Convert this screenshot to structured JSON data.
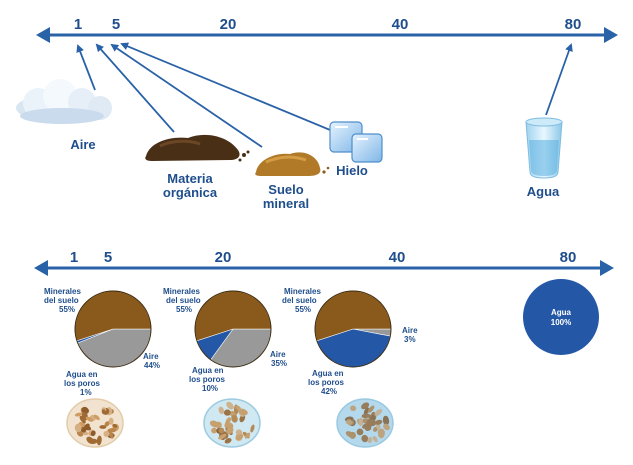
{
  "colors": {
    "axis": "#2a62a8",
    "text": "#1f4e8c",
    "minerals": "#8a5a1c",
    "water": "#2458a6",
    "air": "#999999"
  },
  "top_scale": {
    "ticks": [
      "1",
      "5",
      "20",
      "40",
      "80"
    ],
    "materials": {
      "aire": "Aire",
      "materia_organica_1": "Materia",
      "materia_organica_2": "orgánica",
      "suelo_mineral_1": "Suelo",
      "suelo_mineral_2": "mineral",
      "hielo": "Hielo",
      "agua": "Agua"
    }
  },
  "bottom_scale": {
    "ticks": [
      "1",
      "5",
      "20",
      "40",
      "80"
    ],
    "pies": [
      {
        "minerals_pct": 55,
        "air_pct": 44,
        "water_pct": 1,
        "minerals_label": [
          "Minerales",
          "del suelo",
          "55%"
        ],
        "air_label": [
          "Aire",
          "44%"
        ],
        "water_label": [
          "Agua en",
          "los poros",
          "1%"
        ]
      },
      {
        "minerals_pct": 55,
        "air_pct": 35,
        "water_pct": 10,
        "minerals_label": [
          "Minerales",
          "del suelo",
          "55%"
        ],
        "air_label": [
          "Aire",
          "35%"
        ],
        "water_label": [
          "Agua en",
          "los poros",
          "10%"
        ]
      },
      {
        "minerals_pct": 55,
        "air_pct": 3,
        "water_pct": 42,
        "minerals_label": [
          "Minerales",
          "del suelo",
          "55%"
        ],
        "air_label": [
          "Aire",
          "3%"
        ],
        "water_label": [
          "Agua en",
          "los poros",
          "42%"
        ]
      }
    ],
    "water_circle": {
      "pct": 100,
      "label": [
        "Agua",
        "100%"
      ]
    }
  }
}
